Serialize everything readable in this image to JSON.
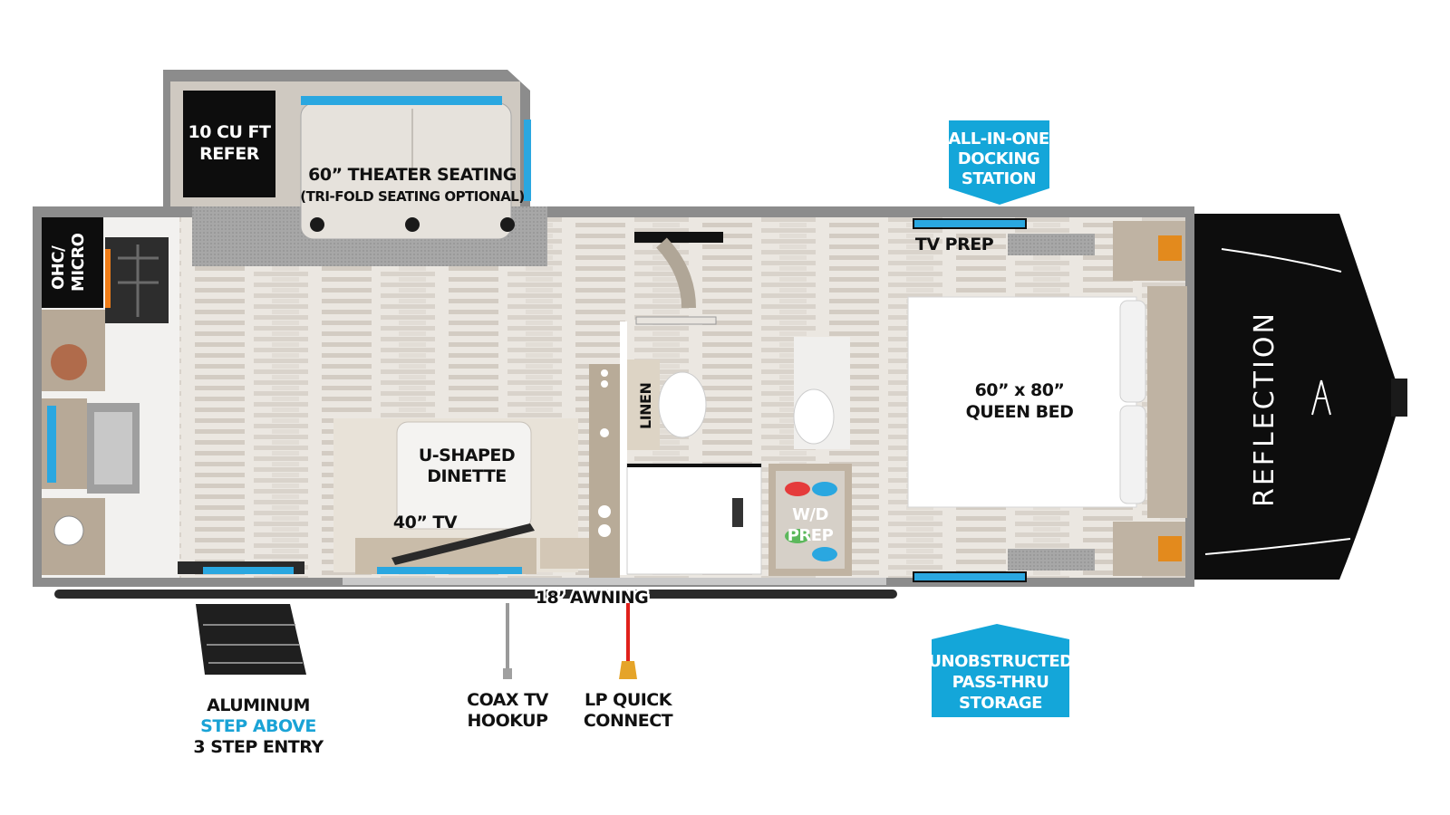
{
  "colors": {
    "wall": "#8c8c8c",
    "floor": "#e8e4de",
    "plank": "#d4cec6",
    "cabinet": "#bfb3a3",
    "dark": "#111111",
    "accent_blue": "#1aa3d6",
    "callout_bg": "#14a6d9",
    "window": "#2aa7e0",
    "lp_line": "#e0201b"
  },
  "labels": {
    "refer_1": "10 CU FT",
    "refer_2": "REFER",
    "seating_1": "60” THEATER SEATING",
    "seating_2": "(TRI-FOLD SEATING OPTIONAL)",
    "ohc_1": "OHC/",
    "ohc_2": "MICRO",
    "tv_prep": "TV PREP",
    "linen": "LINEN",
    "dinette_1": "U-SHAPED",
    "dinette_2": "DINETTE",
    "tv40": "40” TV",
    "wd_1": "W/D",
    "wd_2": "PREP",
    "bed_1": "60” x 80”",
    "bed_2": "QUEEN BED",
    "brand": "REFLECTION",
    "awning": "18’ AWNING",
    "step_1": "ALUMINUM",
    "step_2": "STEP ABOVE",
    "step_3": "3 STEP ENTRY",
    "coax_1": "COAX TV",
    "coax_2": "HOOKUP",
    "lp_1": "LP QUICK",
    "lp_2": "CONNECT"
  },
  "callouts": {
    "docking_1": "ALL-IN-ONE",
    "docking_2": "DOCKING",
    "docking_3": "STATION",
    "storage_1": "UNOBSTRUCTED",
    "storage_2": "PASS-THRU",
    "storage_3": "STORAGE"
  }
}
